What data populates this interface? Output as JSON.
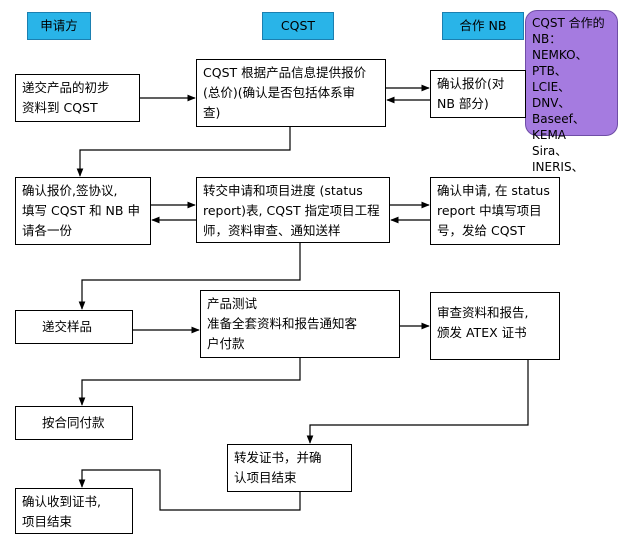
{
  "headers": {
    "applicant": "申请方",
    "cqst": "CQST",
    "nb": "合作 NB"
  },
  "nb_note": "CQST 合作的\nNB：\nNEMKO、PTB、\nLCIE、 DNV、\nBaseef、KEMA\nSira、 INERIS、\nVTT",
  "boxes": {
    "submit_info": "递交产品的初步\n资料到 CQST",
    "cqst_quote": "CQST 根据产品信息提供报价\n(总价)(确认是否包括体系审\n查)",
    "nb_confirm_quote": "确认报价(对\nNB 部分)",
    "applicant_confirm": "确认报价,签协议,\n填写 CQST 和 NB 申\n请各一份",
    "forward_application": "转交申请和项目进度 (status\nreport)表, CQST 指定项目工程\n师，资料审查、通知送样",
    "nb_confirm_application": "确认申请, 在 status\nreport 中填写项目\n号，发给 CQST",
    "submit_sample": "递交样品",
    "product_test": "产品测试\n准备全套资料和报告通知客\n户付款",
    "review_issue": "审查资料和报告,\n颁发 ATEX 证书",
    "pay_contract": "按合同付款",
    "forward_cert": "转发证书，并确\n认项目结束",
    "receive_cert": "确认收到证书,\n项目结束"
  }
}
